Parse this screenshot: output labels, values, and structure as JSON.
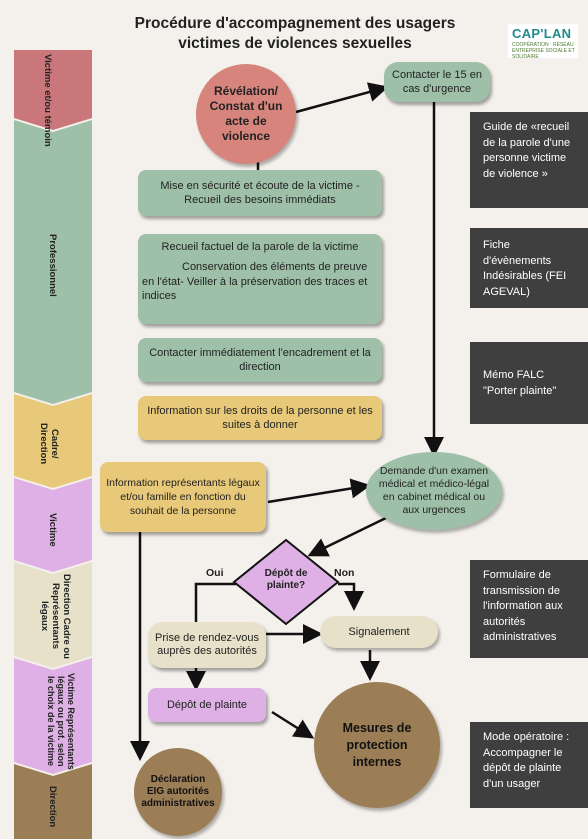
{
  "title": "Procédure d'accompagnement des usagers victimes de violences sexuelles",
  "logo": {
    "name": "CAP'LAN",
    "subtitle": "COOPÉRATION · RÉSEAU ENTREPRISE SOCIALE ET SOLIDAIRE"
  },
  "bands": [
    {
      "label": "Victime et/ou témoin",
      "color": "#c9777a"
    },
    {
      "label": "Professionnel",
      "color": "#9fc0a8"
    },
    {
      "label": "Cadre/ Direction",
      "color": "#e8c979"
    },
    {
      "label": "Victime",
      "color": "#dfb0e6"
    },
    {
      "label": "Direction Cadre ou Représentants légaux",
      "color": "#e7e1c9"
    },
    {
      "label": "Victime Représentants légaux ou prof. selon le choix de la victime",
      "color": "#dfb0e6"
    },
    {
      "label": "Direction",
      "color": "#9b7d56"
    }
  ],
  "nodes": {
    "revelation": "Révélation/ Constat d'un acte de violence",
    "contact15": "Contacter le 15 en cas d'urgence",
    "mise_securite": "Mise en sécurité et écoute de la victime - Recueil des besoins immédiats",
    "recueil_factuel": "Recueil factuel de la parole de la victime",
    "conservation": "Conservation des éléments de preuve en l'état- Veiller à la préservation des traces et indices",
    "contacter_encadrement": "Contacter immédiatement l'encadrement et la direction",
    "information_droits": "Information sur les droits de la personne et les suites à donner",
    "information_representants": "Information représentants légaux et/ou famille en fonction du souhait de la personne",
    "demande_examen": "Demande d'un examen médical et médico-légal en cabinet médical ou aux urgences",
    "depot_question": "Dépôt de plainte?",
    "oui": "Oui",
    "non": "Non",
    "prise_rdv": "Prise de rendez-vous auprès des autorités",
    "signalement": "Signalement",
    "depot_plainte": "Dépôt de plainte",
    "mesures_protection": "Mesures de protection internes",
    "declaration_eig": "Déclaration EIG autorités administratives"
  },
  "sidecards": [
    "Guide de «recueil de la parole d'une personne victime de violence »",
    "Fiche d'évènements Indésirables (FEI AGEVAL)",
    "Mémo FALC \"Porter plainte\"",
    "Formulaire de transmission de l'information aux autorités administratives",
    "Mode opératoire : Accompagner le dépôt de plainte d'un usager"
  ],
  "colors": {
    "accent_red": "#d7847c",
    "green": "#9fc0a8",
    "gold": "#e8c979",
    "pink": "#dfb0e6",
    "beige": "#e7e1c9",
    "brown": "#9b7d56",
    "dark": "#3f3f3f"
  }
}
